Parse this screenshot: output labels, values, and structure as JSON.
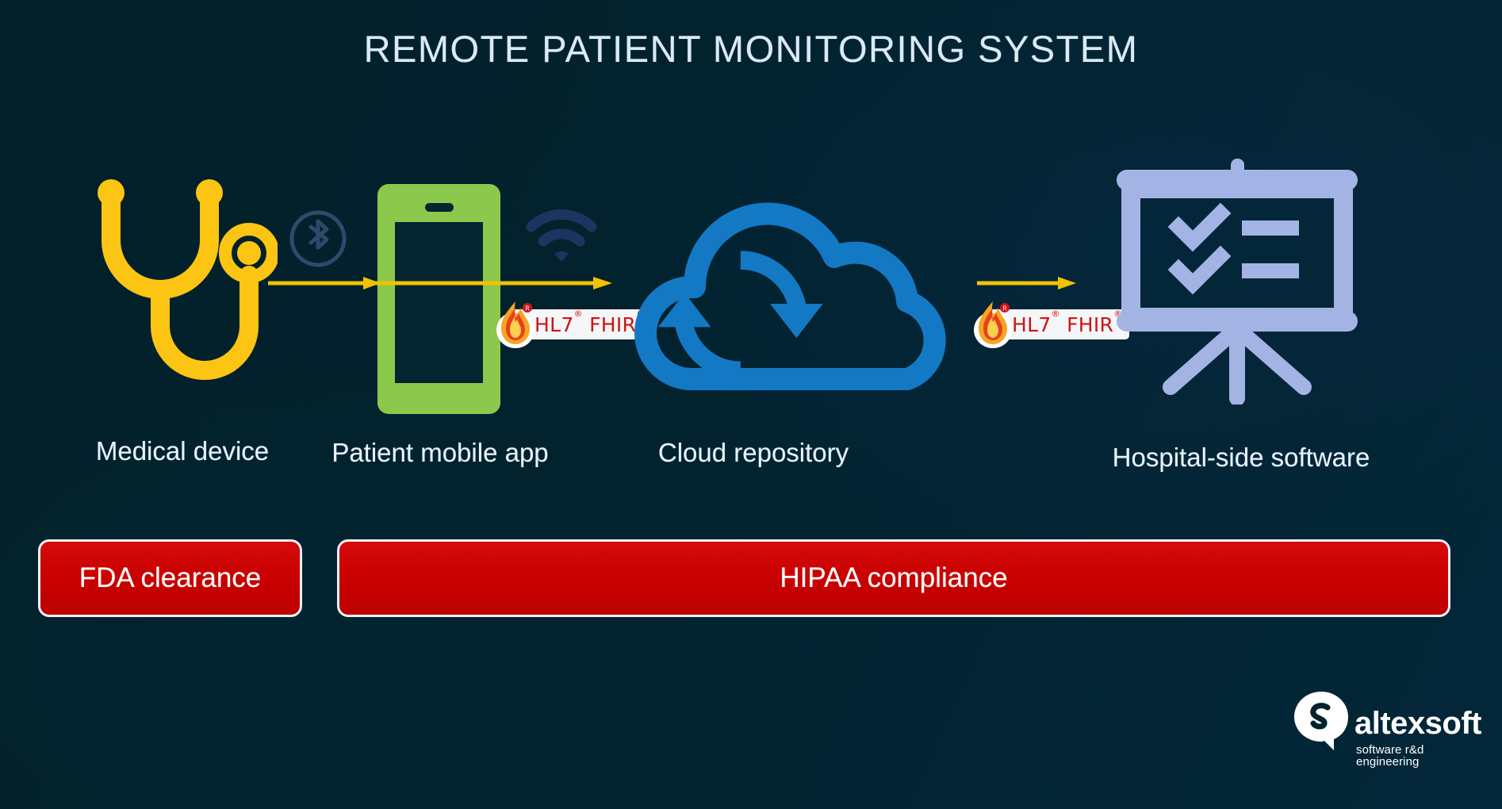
{
  "diagram": {
    "title": "REMOTE PATIENT MONITORING SYSTEM",
    "background_color": "#02222e"
  },
  "nodes": [
    {
      "id": "medical-device",
      "label": "Medical device",
      "icon": "stethoscope-icon",
      "color": "#fdc513"
    },
    {
      "id": "patient-mobile-app",
      "label": "Patient mobile app",
      "icon": "smartphone-icon",
      "color": "#8cc84b"
    },
    {
      "id": "cloud-repository",
      "label": "Cloud repository",
      "icon": "cloud-sync-icon",
      "color": "#1479c4"
    },
    {
      "id": "hospital-side-software",
      "label": "Hospital-side software",
      "icon": "presentation-board-icon",
      "color": "#a3b4e4"
    }
  ],
  "connectors": [
    {
      "id": "device-to-phone",
      "protocol_icon": "bluetooth-icon",
      "arrow_color": "#f2c200"
    },
    {
      "id": "phone-to-cloud",
      "protocol_icon": "wifi-icon",
      "arrow_color": "#f2c200"
    },
    {
      "id": "cloud-to-hospital",
      "protocol_icon": "",
      "arrow_color": "#f2c200"
    }
  ],
  "standards_badges": [
    {
      "id": "fhir-badge-phone-cloud",
      "name": "HL7",
      "registered_1": "®",
      "spec": "FHIR",
      "registered_2": "®",
      "text_color": "#d01317",
      "background": "#f4f6f7"
    },
    {
      "id": "fhir-badge-cloud-hospital",
      "name": "HL7",
      "registered_1": "®",
      "spec": "FHIR",
      "registered_2": "®",
      "text_color": "#d01317",
      "background": "#f4f6f7"
    }
  ],
  "compliance": {
    "fda": {
      "label": "FDA clearance",
      "color": "#c80000"
    },
    "hipaa": {
      "label": "HIPAA compliance",
      "color": "#c80000"
    }
  },
  "branding": {
    "name": "altexsoft",
    "tagline": "software r&d engineering"
  }
}
